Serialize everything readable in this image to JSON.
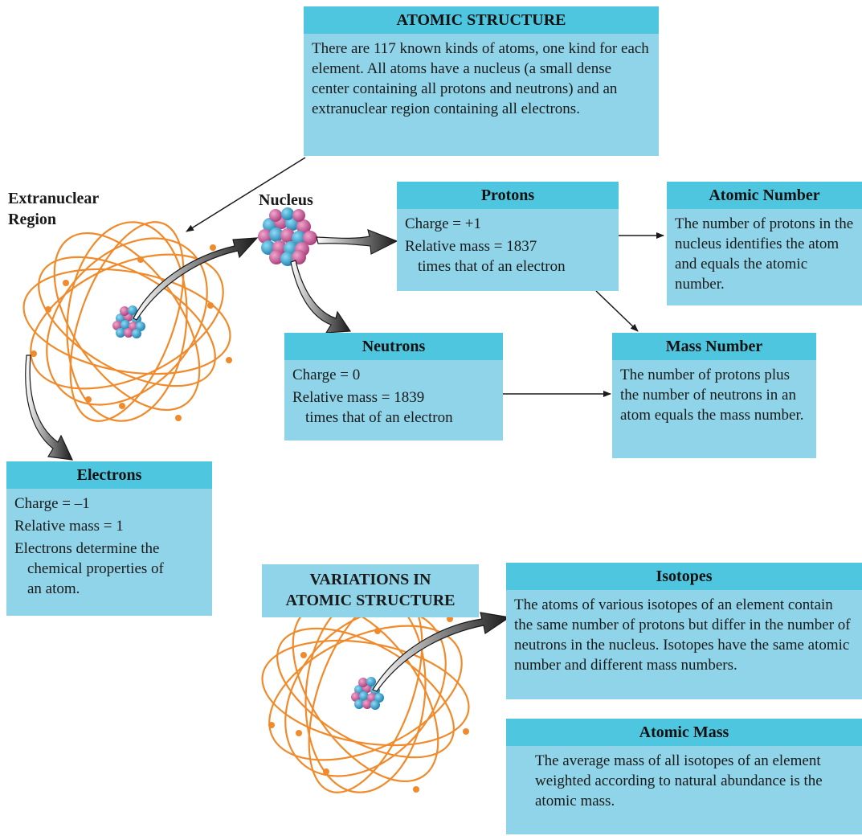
{
  "colors": {
    "box_fill": "#8fd4e8",
    "header_fill": "#4ec6df",
    "orbit": "#f08a2a",
    "proton": "#c2508f",
    "neutron": "#2a9fcf"
  },
  "atomic_structure": {
    "title": "ATOMIC STRUCTURE",
    "text": "There are 117 known kinds of atoms, one kind for each element. All atoms have a nucleus (a small dense center containing all protons and neutrons) and an extranuclear region containing all electrons."
  },
  "labels": {
    "extranuclear_1": "Extranuclear",
    "extranuclear_2": "Region",
    "nucleus": "Nucleus"
  },
  "protons": {
    "title": "Protons",
    "charge": "Charge = +1",
    "mass_1": "Relative mass = 1837",
    "mass_2": "times that of an electron"
  },
  "atomic_number": {
    "title": "Atomic Number",
    "text": "The number of protons in the nucleus identifies the atom and equals the atomic number."
  },
  "neutrons": {
    "title": "Neutrons",
    "charge": "Charge = 0",
    "mass_1": "Relative mass = 1839",
    "mass_2": "times that of an electron"
  },
  "mass_number": {
    "title": "Mass Number",
    "text": "The number of protons plus the number of neutrons in an atom equals the mass number."
  },
  "electrons": {
    "title": "Electrons",
    "charge": "Charge = –1",
    "mass": "Relative mass = 1",
    "props_1": "Electrons determine the",
    "props_2": "chemical properties of",
    "props_3": "an atom."
  },
  "variations": {
    "title_1": "VARIATIONS IN",
    "title_2": "ATOMIC STRUCTURE"
  },
  "isotopes": {
    "title": "Isotopes",
    "text": "The atoms of various isotopes of an element contain the same number of protons but differ in the number of neutrons in the nucleus. Isotopes have the same atomic number and different mass numbers."
  },
  "atomic_mass": {
    "title": "Atomic Mass",
    "text": "The average mass of all isotopes of an element weighted according to natural abundance is the atomic mass."
  }
}
